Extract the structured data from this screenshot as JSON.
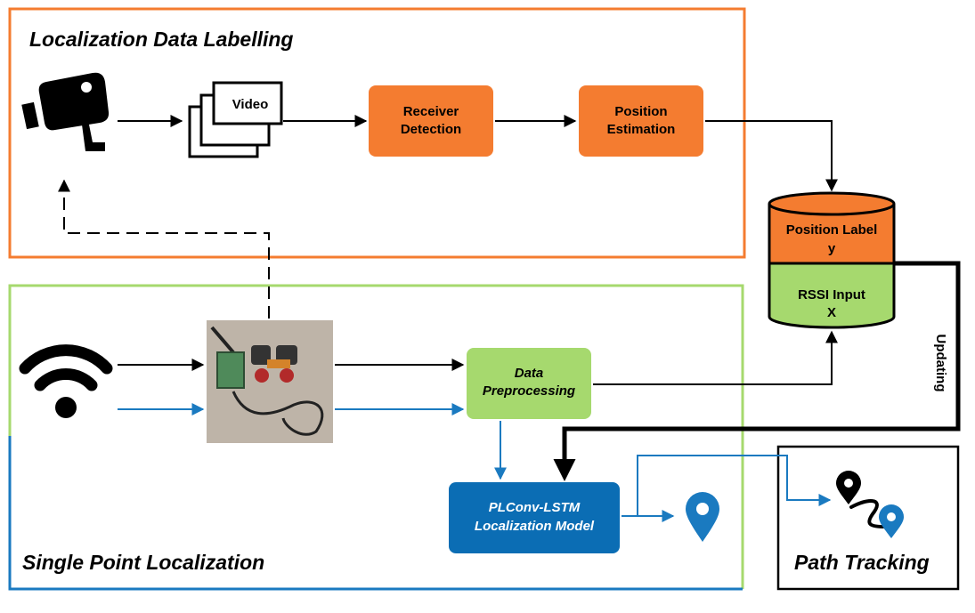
{
  "sections": {
    "labelling_title": "Localization Data Labelling",
    "single_point_title": "Single Point Localization",
    "path_tracking_title": "Path Tracking"
  },
  "nodes": {
    "video": "Video",
    "receiver_detection": [
      "Receiver",
      "Detection"
    ],
    "position_estimation": [
      "Position",
      "Estimation"
    ],
    "position_label": [
      "Position Label",
      "y"
    ],
    "rssi_input": [
      "RSSI Input",
      "X"
    ],
    "data_preprocessing": [
      "Data",
      "Preprocessing"
    ],
    "model": [
      "PLConv-LSTM",
      "Localization Model"
    ]
  },
  "edge_labels": {
    "updating": "Updating"
  },
  "icons": [
    "camera-icon",
    "video-frames-icon",
    "wifi-icon",
    "robot-photo",
    "location-pin-icon",
    "route-icon"
  ],
  "colors": {
    "orange": "#f47c30",
    "green": "#a6d96e",
    "blue": "#1a7ac0",
    "dark_blue": "#0b6db4",
    "black": "#000000"
  }
}
